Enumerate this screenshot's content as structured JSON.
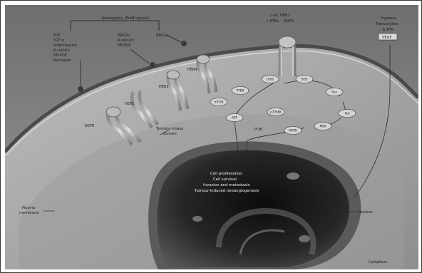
{
  "labels": {
    "receptor_family": "Neuregulins (ErbB ligands)",
    "egf_block": [
      "EGF",
      "TGF-α",
      "amphiregulin",
      "β-cellulin",
      "HB-EGF",
      "Epiregulin"
    ],
    "nrg_block": [
      "NRG2s",
      "β-cellulin",
      "HB-EGF"
    ],
    "nrg1": "NRG1s",
    "rtk_top": [
      "c-kit, HER2",
      "+ RTKs ··· EGFR"
    ],
    "vegf_block": [
      "Hypoxia",
      "Transcription",
      "& RTK",
      "VEGF"
    ],
    "egfr": "EGFR",
    "her2": "HER2",
    "her3": "HER3",
    "her4": "HER4",
    "tyrosine_kinase": [
      "Tyrosine kinase",
      "domain"
    ],
    "pi3k": "PI3K",
    "nucleus_outcomes": [
      "Cell proliferation",
      "Cell survival",
      "Invasion and metastasis",
      "Tumour-induced neoangiogenesis"
    ],
    "plasma_membrane": [
      "Plasma",
      "membrane"
    ],
    "nucleus": "Nucleus",
    "cytoplasm": "Cytoplasm"
  },
  "pathway_nodes": [
    "PTEN",
    "Grb2",
    "SOS",
    "Ras",
    "Raf",
    "MEK",
    "MAPK",
    "AKT",
    "mTOR",
    "p70S6K"
  ],
  "colors": {
    "background": "#ffffff",
    "extracellular": "#7a7a7a",
    "cytoplasm": "#a9a9a9",
    "nucleus_dark": "#1c1c1c",
    "receptor": "#c8c8c8"
  }
}
